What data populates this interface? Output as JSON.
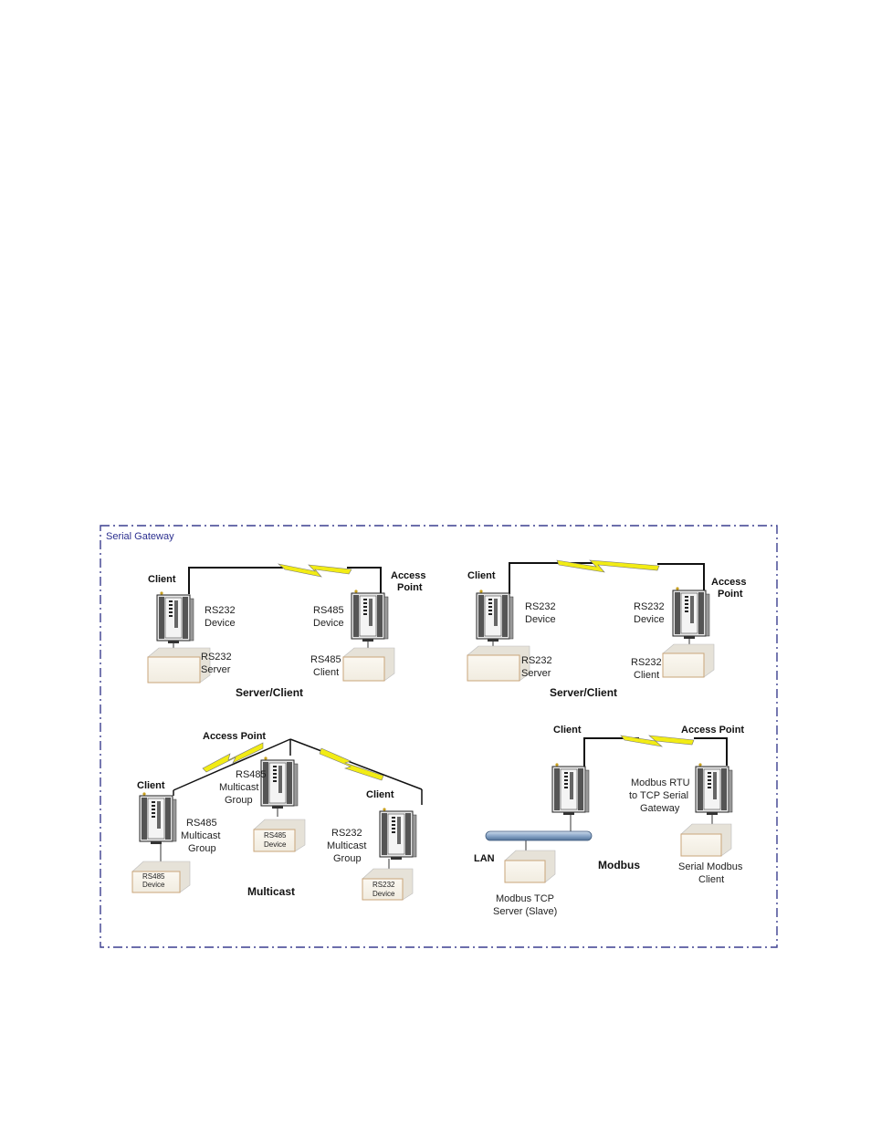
{
  "frame": {
    "title": "Serial Gateway",
    "border_color": "#3b3f8f"
  },
  "colors": {
    "lightning": "#f2ec15",
    "box_fill": "#f7f3ea",
    "box_stroke": "#c9a57a",
    "device_body": "#333333",
    "lan_bar": "#8ba7c7"
  },
  "sections": {
    "server_client_1": {
      "title": "Server/Client",
      "client_label": "Client",
      "ap_label": "Access Point",
      "left_device": "RS232 Device",
      "left_box": "RS232 Server",
      "right_device": "RS485 Device",
      "right_box": "RS485 Client"
    },
    "server_client_2": {
      "title": "Server/Client",
      "client_label": "Client",
      "ap_label": "Access Point",
      "left_device": "RS232 Device",
      "left_box": "RS232 Server",
      "right_device": "RS232 Device",
      "right_box": "RS232 Client"
    },
    "multicast": {
      "title": "Multicast",
      "ap_label": "Access Point",
      "client_left": "Client",
      "client_right": "Client",
      "left_group": "RS485 Multicast Group",
      "left_box": "RS485 Device",
      "center_group": "RS485 Multicast Group",
      "center_box": "RS485 Device",
      "right_group": "RS232 Multicast Group",
      "right_box": "RS232 Device"
    },
    "modbus": {
      "title": "Modbus",
      "client_label": "Client",
      "ap_label": "Access Point",
      "lan_label": "LAN",
      "gateway_label": "Modbus RTU to TCP Serial Gateway",
      "server_label": "Modbus TCP Server (Slave)",
      "serial_client_label": "Serial Modbus Client"
    }
  },
  "icons": [
    "wireless-lightning-icon",
    "gateway-device-icon",
    "serial-device-box-icon",
    "antenna-icon",
    "lan-bus-icon"
  ]
}
